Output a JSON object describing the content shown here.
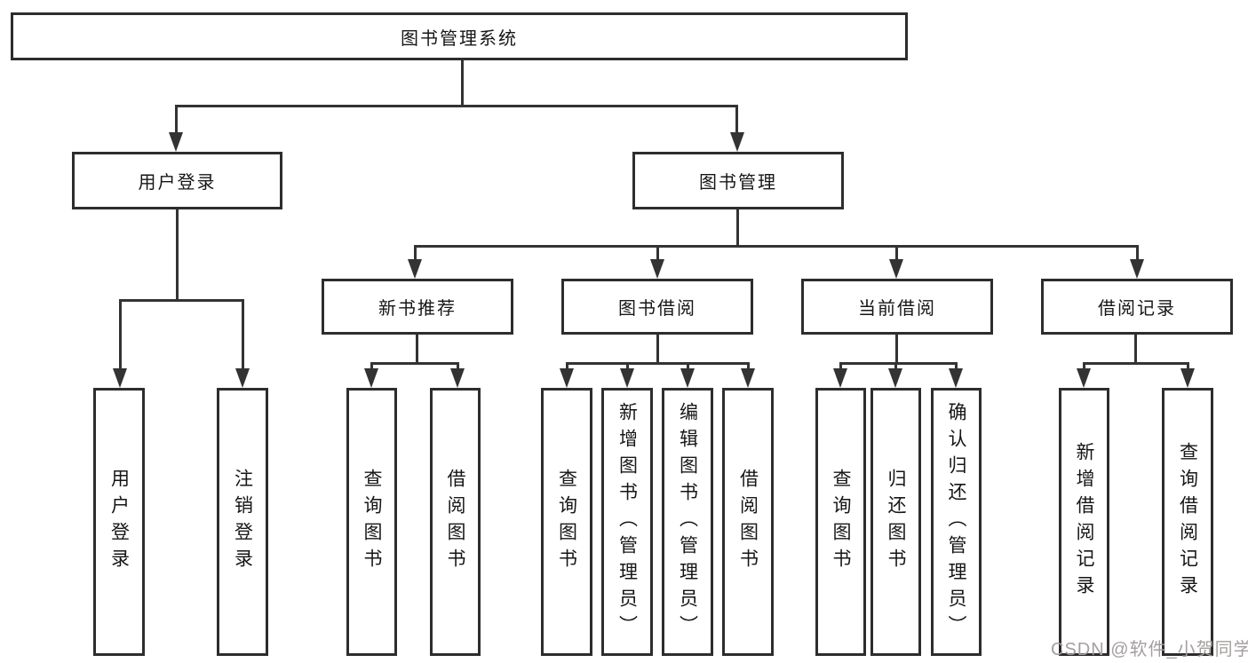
{
  "diagram": {
    "root": {
      "label": "图书管理系统"
    },
    "level2": [
      {
        "key": "user-login",
        "label": "用户登录",
        "children": [
          {
            "label": "用户登录"
          },
          {
            "label": "注销登录"
          }
        ]
      },
      {
        "key": "book-management",
        "label": "图书管理",
        "children": [
          {
            "key": "new-book-recommend",
            "label": "新书推荐",
            "children": [
              {
                "label": "查询图书"
              },
              {
                "label": "借阅图书"
              }
            ]
          },
          {
            "key": "book-borrowing",
            "label": "图书借阅",
            "children": [
              {
                "label": "查询图书"
              },
              {
                "label": "新增图书（管理员）"
              },
              {
                "label": "编辑图书（管理员）"
              },
              {
                "label": "借阅图书"
              }
            ]
          },
          {
            "key": "current-borrowing",
            "label": "当前借阅",
            "children": [
              {
                "label": "查询图书"
              },
              {
                "label": "归还图书"
              },
              {
                "label": "确认归还（管理员）"
              }
            ]
          },
          {
            "key": "borrowing-records",
            "label": "借阅记录",
            "children": [
              {
                "label": "新增借阅记录"
              },
              {
                "label": "查询借阅记录"
              }
            ]
          }
        ]
      }
    ]
  },
  "watermark": {
    "text": "CSDN @软件_小贺同学"
  },
  "colors": {
    "line": "#333333",
    "box_border": "#2d2d2d",
    "text": "#161616",
    "watermark": "#a59e9e",
    "background": "#ffffff"
  }
}
